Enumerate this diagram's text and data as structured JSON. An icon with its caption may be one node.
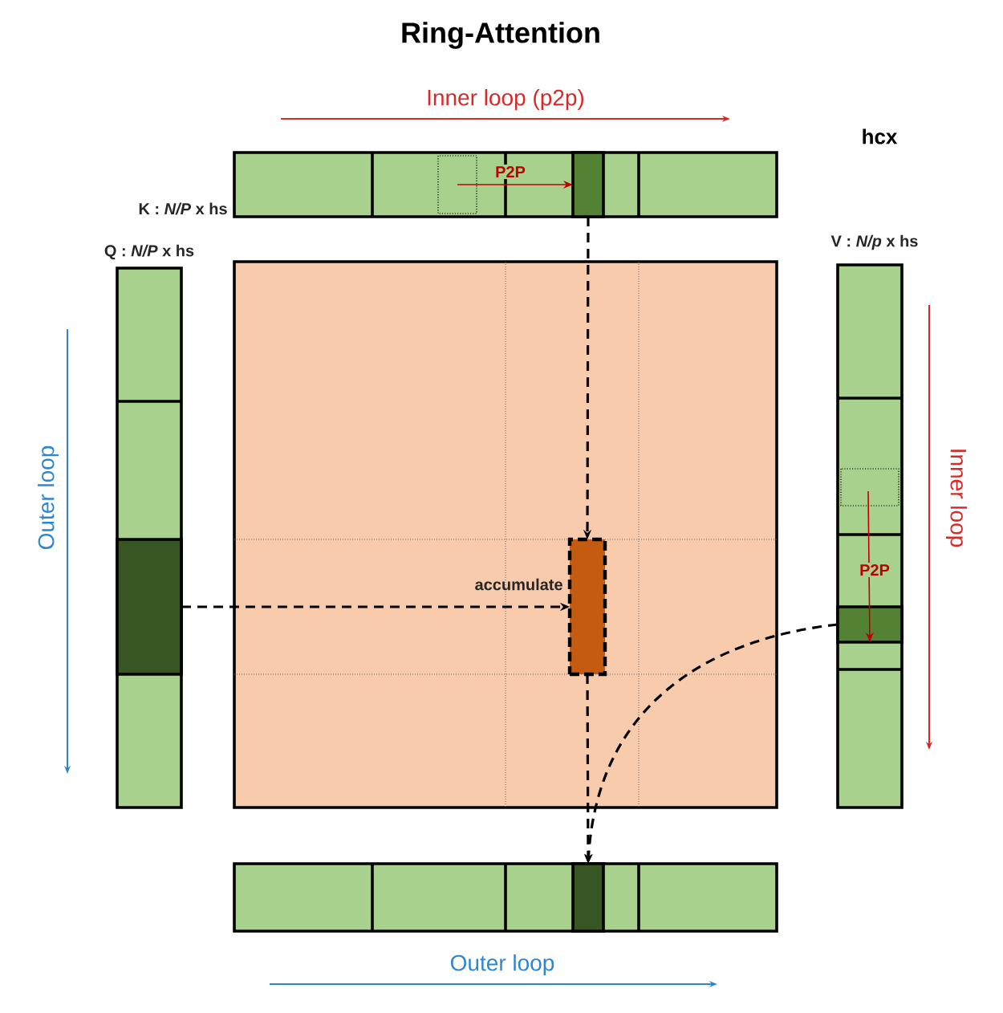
{
  "diagram": {
    "title": "Ring-Attention",
    "nodes": [
      {
        "text": [
          "K : *N/P* x hs"
        ]
      },
      {
        "text": [],
        "shape": "box",
        "in": 0
      },
      {
        "text": [
          "Q : *N/P* x hs"
        ]
      },
      {
        "text": [],
        "shape": "box",
        "in": 2
      },
      {
        "text": [
          "V : *N/p* x hs"
        ]
      },
      {
        "text": [],
        "shape": "box",
        "in": 4
      },
      {
        "text": [],
        "shape": "box"
      },
      {
        "text": [
          "accumulate"
        ],
        "in": 6
      },
      {
        "text": [],
        "shape": "box"
      },
      {
        "text": [],
        "shape": "box",
        "in": 8
      }
    ],
    "edges": [
      {
        "from": null,
        "to": 1,
        "arrow": "to",
        "label": "P2P",
        "color": "#c00000"
      },
      {
        "from": 1,
        "to": 7,
        "arrow": "to",
        "style": "dashed"
      },
      {
        "from": 3,
        "to": 7,
        "arrow": "to",
        "style": "dashed"
      },
      {
        "from": 7,
        "to": 9,
        "arrow": "to",
        "style": "dashed"
      },
      {
        "from": null,
        "to": 5,
        "arrow": "to",
        "label": "P2P",
        "color": "#c00000"
      },
      {
        "from": 5,
        "to": 9,
        "arrow": "to",
        "style": "dashed"
      }
    ],
    "labels": [
      "Inner loop (p2p)",
      "hcx",
      "Outer loop",
      "Inner loop",
      "Outer loop"
    ]
  }
}
